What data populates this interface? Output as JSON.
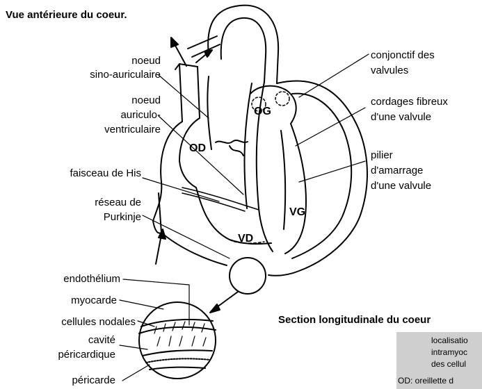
{
  "title": "Vue antérieure du coeur.",
  "section_title": "Section longitudinale du coeur",
  "labels_left": {
    "noeud_sa_1": "noeud",
    "noeud_sa_2": "sino-auriculaire",
    "noeud_av_1": "noeud",
    "noeud_av_2": "auriculo-",
    "noeud_av_3": "ventriculaire",
    "his": "faisceau de His",
    "purkinje_1": "réseau de",
    "purkinje_2": "Purkinje",
    "endothelium": "endothélium",
    "myocarde": "myocarde",
    "nodales": "cellules nodales",
    "cavite_1": "cavité",
    "cavite_2": "péricardique",
    "pericarde": "péricarde"
  },
  "labels_right": {
    "conj_1": "conjonctif des",
    "conj_2": "valvules",
    "cord_1": "cordages fibreux",
    "cord_2": "d'une valvule",
    "pilier_1": "pilier",
    "pilier_2": "d'amarrage",
    "pilier_3": "d'une valvule"
  },
  "chambers": {
    "od": "OD",
    "og": "OG",
    "vd": "VD",
    "vg": "VG"
  },
  "legend_box": {
    "line1": "localisatio",
    "line2": "intramyoc",
    "line3": "des cellul",
    "line4": "OD: oreillette d"
  }
}
